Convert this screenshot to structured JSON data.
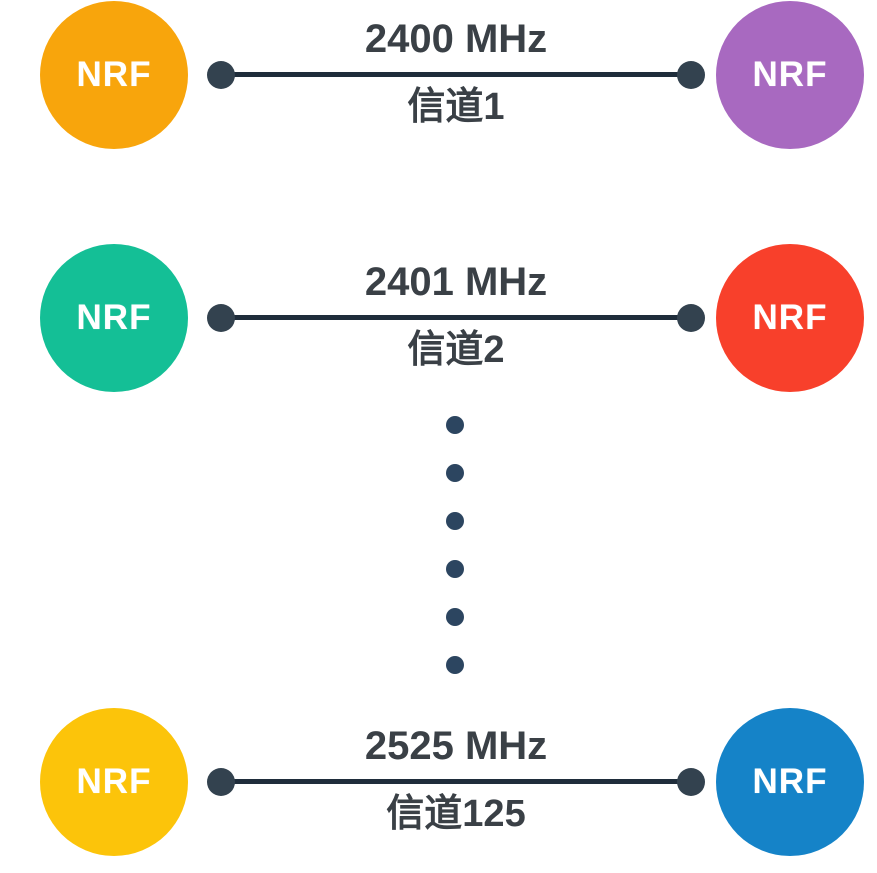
{
  "diagram": {
    "node_label": "NRF",
    "rows": [
      {
        "frequency": "2400 MHz",
        "channel": "信道1",
        "left_color": "#F8A50C",
        "right_color": "#A869C0"
      },
      {
        "frequency": "2401 MHz",
        "channel": "信道2",
        "left_color": "#14BF96",
        "right_color": "#F8402B"
      },
      {
        "frequency": "2525 MHz",
        "channel": "信道125",
        "left_color": "#FCC40A",
        "right_color": "#1583C8"
      }
    ],
    "ellipsis_dot_count": 6,
    "colors": {
      "connector_line": "#1f2d3b",
      "endpoint_dot": "#33424f",
      "ellipsis_dot": "#2c4560",
      "label_text": "#3a4046"
    }
  }
}
